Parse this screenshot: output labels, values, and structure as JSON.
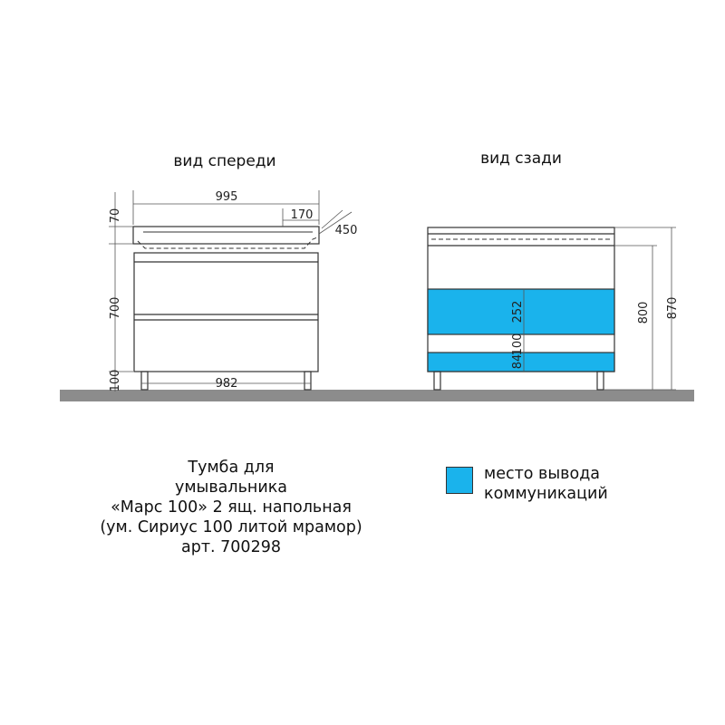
{
  "views": {
    "front_title": "вид спереди",
    "back_title": "вид сзади"
  },
  "dimensions": {
    "front_width": "995",
    "top_offset": "170",
    "depth": "450",
    "top_height": "70",
    "body_height": "700",
    "leg_height": "100",
    "leg_span": "982",
    "back_total": "870",
    "back_body": "800",
    "outlet_zone": "252",
    "outlet_low": "100",
    "outlet_base": "84"
  },
  "colors": {
    "outlet": "#1ab3ec",
    "floor": "#8c8c8c"
  },
  "caption": {
    "line1": "Тумба для",
    "line2": "умывальника",
    "line3": "«Марс 100» 2 ящ. напольная",
    "line4": "(ум. Сириус 100 литой мрамор)",
    "line5": "арт. 700298"
  },
  "legend": {
    "line1": "место вывода",
    "line2": "коммуникаций"
  }
}
